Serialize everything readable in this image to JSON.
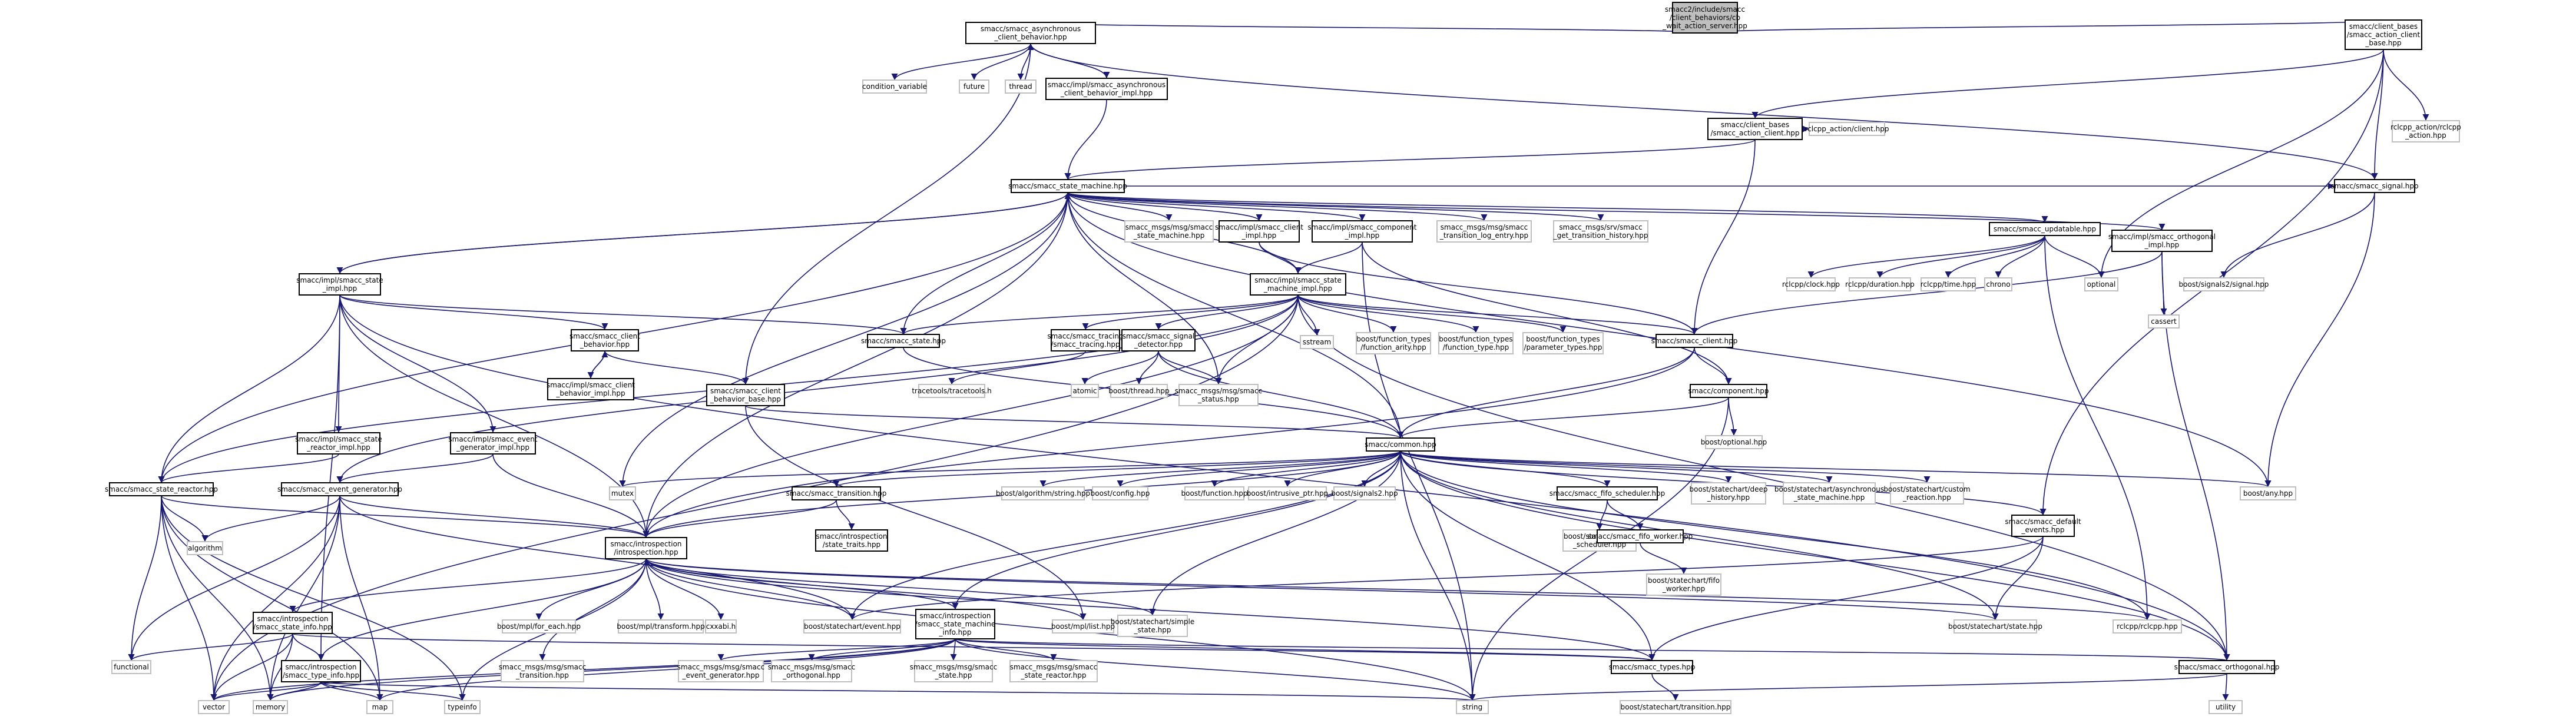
{
  "graph": {
    "title": "",
    "colors": {
      "edge": "#191970",
      "root_fill": "#bfbfbf",
      "internal_border": "#000000",
      "external_border": "#bfbfbf"
    },
    "nodes": [
      {
        "id": "root",
        "kind": "root",
        "lines": [
          "smacc2/include/smacc",
          "/client_behaviors/cb",
          "_wait_action_server.hpp"
        ]
      },
      {
        "id": "async_cb",
        "kind": "int",
        "lines": [
          "smacc/smacc_asynchronous",
          "_client_behavior.hpp"
        ]
      },
      {
        "id": "cb_action_base",
        "kind": "int",
        "lines": [
          "smacc/client_bases",
          "/smacc_action_client",
          "_base.hpp"
        ]
      },
      {
        "id": "condvar",
        "kind": "ext",
        "lines": [
          "condition_variable"
        ]
      },
      {
        "id": "future",
        "kind": "ext",
        "lines": [
          "future"
        ]
      },
      {
        "id": "thread",
        "kind": "ext",
        "lines": [
          "thread"
        ]
      },
      {
        "id": "async_cb_impl",
        "kind": "int",
        "lines": [
          "smacc/impl/smacc_asynchronous",
          "_client_behavior_impl.hpp"
        ]
      },
      {
        "id": "cb_action_client",
        "kind": "int",
        "lines": [
          "smacc/client_bases",
          "/smacc_action_client.hpp"
        ]
      },
      {
        "id": "rclcpp_action_client",
        "kind": "ext",
        "lines": [
          "rclcpp_action/client.hpp"
        ]
      },
      {
        "id": "rclcpp_action_rclcpp_action",
        "kind": "ext",
        "lines": [
          "rclcpp_action/rclcpp",
          "_action.hpp"
        ]
      },
      {
        "id": "state_machine",
        "kind": "int",
        "lines": [
          "smacc/smacc_state_machine.hpp"
        ]
      },
      {
        "id": "smacc_signal",
        "kind": "int",
        "lines": [
          "smacc/smacc_signal.hpp"
        ]
      },
      {
        "id": "msg_state_machine",
        "kind": "ext",
        "lines": [
          "smacc_msgs/msg/smacc",
          "_state_machine.hpp"
        ]
      },
      {
        "id": "client_impl",
        "kind": "int",
        "lines": [
          "smacc/impl/smacc_client",
          "_impl.hpp"
        ]
      },
      {
        "id": "component_impl",
        "kind": "int",
        "lines": [
          "smacc/impl/smacc_component",
          "_impl.hpp"
        ]
      },
      {
        "id": "msg_transition_log",
        "kind": "ext",
        "lines": [
          "smacc_msgs/msg/smacc",
          "_transition_log_entry.hpp"
        ]
      },
      {
        "id": "srv_transition_history",
        "kind": "ext",
        "lines": [
          "smacc_msgs/srv/smacc",
          "_get_transition_history.hpp"
        ]
      },
      {
        "id": "updatable",
        "kind": "int",
        "lines": [
          "smacc/smacc_updatable.hpp"
        ]
      },
      {
        "id": "orthogonal_impl",
        "kind": "int",
        "lines": [
          "smacc/impl/smacc_orthogonal",
          "_impl.hpp"
        ]
      },
      {
        "id": "state_impl",
        "kind": "int",
        "lines": [
          "smacc/impl/smacc_state",
          "_impl.hpp"
        ]
      },
      {
        "id": "state_machine_impl",
        "kind": "int",
        "lines": [
          "smacc/impl/smacc_state",
          "_machine_impl.hpp"
        ]
      },
      {
        "id": "rclcpp_clock",
        "kind": "ext",
        "lines": [
          "rclcpp/clock.hpp"
        ]
      },
      {
        "id": "rclcpp_duration",
        "kind": "ext",
        "lines": [
          "rclcpp/duration.hpp"
        ]
      },
      {
        "id": "rclcpp_time",
        "kind": "ext",
        "lines": [
          "rclcpp/time.hpp"
        ]
      },
      {
        "id": "chrono",
        "kind": "ext",
        "lines": [
          "chrono"
        ]
      },
      {
        "id": "optional",
        "kind": "ext",
        "lines": [
          "optional"
        ]
      },
      {
        "id": "boost_signals2_signal",
        "kind": "ext",
        "lines": [
          "boost/signals2/signal.hpp"
        ]
      },
      {
        "id": "cassert",
        "kind": "ext",
        "lines": [
          "cassert"
        ]
      },
      {
        "id": "client_behavior",
        "kind": "int",
        "lines": [
          "smacc/smacc_client",
          "_behavior.hpp"
        ]
      },
      {
        "id": "smacc_state",
        "kind": "int",
        "lines": [
          "smacc/smacc_state.hpp"
        ]
      },
      {
        "id": "tracing",
        "kind": "int",
        "lines": [
          "smacc/smacc_tracing",
          "/smacc_tracing.hpp"
        ]
      },
      {
        "id": "signal_detector",
        "kind": "int",
        "lines": [
          "smacc/smacc_signal",
          "_detector.hpp"
        ]
      },
      {
        "id": "sstream",
        "kind": "ext",
        "lines": [
          "sstream"
        ]
      },
      {
        "id": "bf_function_arity",
        "kind": "ext",
        "lines": [
          "boost/function_types",
          "/function_arity.hpp"
        ]
      },
      {
        "id": "bf_function_type",
        "kind": "ext",
        "lines": [
          "boost/function_types",
          "/function_type.hpp"
        ]
      },
      {
        "id": "bf_parameter_types",
        "kind": "ext",
        "lines": [
          "boost/function_types",
          "/parameter_types.hpp"
        ]
      },
      {
        "id": "smacc_client",
        "kind": "int",
        "lines": [
          "smacc/smacc_client.hpp"
        ]
      },
      {
        "id": "client_behavior_impl",
        "kind": "int",
        "lines": [
          "smacc/impl/smacc_client",
          "_behavior_impl.hpp"
        ]
      },
      {
        "id": "client_behavior_base",
        "kind": "int",
        "lines": [
          "smacc/smacc_client",
          "_behavior_base.hpp"
        ]
      },
      {
        "id": "tracetools",
        "kind": "ext",
        "lines": [
          "tracetools/tracetools.h"
        ]
      },
      {
        "id": "atomic",
        "kind": "ext",
        "lines": [
          "atomic"
        ]
      },
      {
        "id": "boost_thread",
        "kind": "ext",
        "lines": [
          "boost/thread.hpp"
        ]
      },
      {
        "id": "msg_status",
        "kind": "ext",
        "lines": [
          "smacc_msgs/msg/smacc",
          "_status.hpp"
        ]
      },
      {
        "id": "component",
        "kind": "int",
        "lines": [
          "smacc/component.hpp"
        ]
      },
      {
        "id": "boost_optional",
        "kind": "ext",
        "lines": [
          "boost/optional.hpp"
        ]
      },
      {
        "id": "state_reactor_impl",
        "kind": "int",
        "lines": [
          "smacc/impl/smacc_state",
          "_reactor_impl.hpp"
        ]
      },
      {
        "id": "event_generator_impl",
        "kind": "int",
        "lines": [
          "smacc/impl/smacc_event",
          "_generator_impl.hpp"
        ]
      },
      {
        "id": "common",
        "kind": "int",
        "lines": [
          "smacc/common.hpp"
        ]
      },
      {
        "id": "mutex",
        "kind": "ext",
        "lines": [
          "mutex"
        ]
      },
      {
        "id": "transition",
        "kind": "int",
        "lines": [
          "smacc/smacc_transition.hpp"
        ]
      },
      {
        "id": "boost_algorithm_string",
        "kind": "ext",
        "lines": [
          "boost/algorithm/string.hpp"
        ]
      },
      {
        "id": "boost_config",
        "kind": "ext",
        "lines": [
          "boost/config.hpp"
        ]
      },
      {
        "id": "boost_function",
        "kind": "ext",
        "lines": [
          "boost/function.hpp"
        ]
      },
      {
        "id": "boost_intrusive_ptr",
        "kind": "ext",
        "lines": [
          "boost/intrusive_ptr.hpp"
        ]
      },
      {
        "id": "boost_signals2",
        "kind": "ext",
        "lines": [
          "boost/signals2.hpp"
        ]
      },
      {
        "id": "fifo_scheduler",
        "kind": "int",
        "lines": [
          "smacc/smacc_fifo_scheduler.hpp"
        ]
      },
      {
        "id": "sc_deep_history",
        "kind": "ext",
        "lines": [
          "boost/statechart/deep",
          "_history.hpp"
        ]
      },
      {
        "id": "sc_async_state_machine",
        "kind": "ext",
        "lines": [
          "boost/statechart/asynchronous",
          "_state_machine.hpp"
        ]
      },
      {
        "id": "sc_custom_reaction",
        "kind": "ext",
        "lines": [
          "boost/statechart/custom",
          "_reaction.hpp"
        ]
      },
      {
        "id": "boost_any",
        "kind": "ext",
        "lines": [
          "boost/any.hpp"
        ]
      },
      {
        "id": "state_reactor",
        "kind": "int",
        "lines": [
          "smacc/smacc_state_reactor.hpp"
        ]
      },
      {
        "id": "event_generator",
        "kind": "int",
        "lines": [
          "smacc/smacc_event_generator.hpp"
        ]
      },
      {
        "id": "state_traits",
        "kind": "int",
        "lines": [
          "smacc/introspection",
          "/state_traits.hpp"
        ]
      },
      {
        "id": "sc_fifo_scheduler",
        "kind": "ext",
        "lines": [
          "boost/statechart/fifo",
          "_scheduler.hpp"
        ]
      },
      {
        "id": "fifo_worker",
        "kind": "int",
        "lines": [
          "smacc/smacc_fifo_worker.hpp"
        ]
      },
      {
        "id": "default_events",
        "kind": "int",
        "lines": [
          "smacc/smacc_default",
          "_events.hpp"
        ]
      },
      {
        "id": "algorithm",
        "kind": "ext",
        "lines": [
          "algorithm"
        ]
      },
      {
        "id": "introspection",
        "kind": "int",
        "lines": [
          "smacc/introspection",
          "/introspection.hpp"
        ]
      },
      {
        "id": "sc_fifo_worker",
        "kind": "ext",
        "lines": [
          "boost/statechart/fifo",
          "_worker.hpp"
        ]
      },
      {
        "id": "state_info",
        "kind": "int",
        "lines": [
          "smacc/introspection",
          "/smacc_state_info.hpp"
        ]
      },
      {
        "id": "boost_mpl_for_each",
        "kind": "ext",
        "lines": [
          "boost/mpl/for_each.hpp"
        ]
      },
      {
        "id": "boost_mpl_transform",
        "kind": "ext",
        "lines": [
          "boost/mpl/transform.hpp"
        ]
      },
      {
        "id": "cxxabi",
        "kind": "ext",
        "lines": [
          "cxxabi.h"
        ]
      },
      {
        "id": "sc_event",
        "kind": "ext",
        "lines": [
          "boost/statechart/event.hpp"
        ]
      },
      {
        "id": "sm_info",
        "kind": "int",
        "lines": [
          "smacc/introspection",
          "/smacc_state_machine",
          "_info.hpp"
        ]
      },
      {
        "id": "boost_mpl_list",
        "kind": "ext",
        "lines": [
          "boost/mpl/list.hpp"
        ]
      },
      {
        "id": "sc_simple_state",
        "kind": "ext",
        "lines": [
          "boost/statechart/simple",
          "_state.hpp"
        ]
      },
      {
        "id": "sc_state",
        "kind": "ext",
        "lines": [
          "boost/statechart/state.hpp"
        ]
      },
      {
        "id": "rclcpp",
        "kind": "ext",
        "lines": [
          "rclcpp/rclcpp.hpp"
        ]
      },
      {
        "id": "functional",
        "kind": "ext",
        "lines": [
          "functional"
        ]
      },
      {
        "id": "type_info",
        "kind": "int",
        "lines": [
          "smacc/introspection",
          "/smacc_type_info.hpp"
        ]
      },
      {
        "id": "msg_transition",
        "kind": "ext",
        "lines": [
          "smacc_msgs/msg/smacc",
          "_transition.hpp"
        ]
      },
      {
        "id": "msg_event_generator",
        "kind": "ext",
        "lines": [
          "smacc_msgs/msg/smacc",
          "_event_generator.hpp"
        ]
      },
      {
        "id": "msg_orthogonal",
        "kind": "ext",
        "lines": [
          "smacc_msgs/msg/smacc",
          "_orthogonal.hpp"
        ]
      },
      {
        "id": "msg_state",
        "kind": "ext",
        "lines": [
          "smacc_msgs/msg/smacc",
          "_state.hpp"
        ]
      },
      {
        "id": "msg_state_reactor",
        "kind": "ext",
        "lines": [
          "smacc_msgs/msg/smacc",
          "_state_reactor.hpp"
        ]
      },
      {
        "id": "smacc_types",
        "kind": "int",
        "lines": [
          "smacc/smacc_types.hpp"
        ]
      },
      {
        "id": "smacc_orthogonal",
        "kind": "int",
        "lines": [
          "smacc/smacc_orthogonal.hpp"
        ]
      },
      {
        "id": "vector",
        "kind": "ext",
        "lines": [
          "vector"
        ]
      },
      {
        "id": "memory",
        "kind": "ext",
        "lines": [
          "memory"
        ]
      },
      {
        "id": "map",
        "kind": "ext",
        "lines": [
          "map"
        ]
      },
      {
        "id": "typeinfo",
        "kind": "ext",
        "lines": [
          "typeinfo"
        ]
      },
      {
        "id": "string",
        "kind": "ext",
        "lines": [
          "string"
        ]
      },
      {
        "id": "sc_transition",
        "kind": "ext",
        "lines": [
          "boost/statechart/transition.hpp"
        ]
      },
      {
        "id": "utility",
        "kind": "ext",
        "lines": [
          "utility"
        ]
      }
    ]
  }
}
